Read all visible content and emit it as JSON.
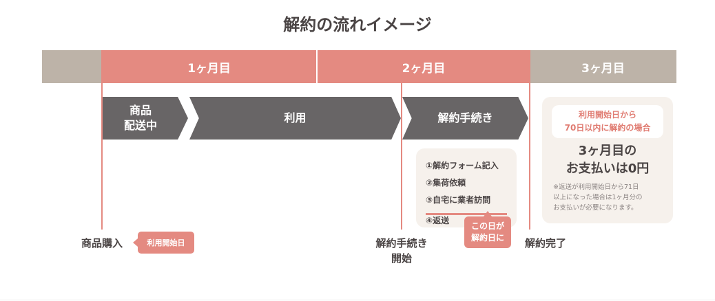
{
  "title": "解約の流れイメージ",
  "colors": {
    "pink": "#e48a81",
    "beige": "#bdb3a8",
    "dark": "#686566",
    "cream": "#f6f1ec"
  },
  "months": [
    "1ヶ月目",
    "2ヶ月目",
    "3ヶ月目"
  ],
  "phases": {
    "shipping_line1": "商品",
    "shipping_line2": "配送中",
    "usage": "利用",
    "cancel_procedure": "解約手続き"
  },
  "steps": [
    "①解約フォーム記入",
    "②集荷依頼",
    "③自宅に業者訪問",
    "④返送"
  ],
  "callout": {
    "line1": "この日が",
    "line2": "解約日に"
  },
  "note": {
    "condition_line1": "利用開始日から",
    "condition_line2": "70日以内に解約の場合",
    "main_line1": "3ヶ月目の",
    "main_line2": "お支払いは0円",
    "small_line1": "※返送が利用開始日から71日",
    "small_line2": "以上になった場合は1ヶ月分の",
    "small_line3": "お支払いが必要になります。"
  },
  "milestones": {
    "purchase": "商品購入",
    "start_tag": "利用開始日",
    "cancel_start_line1": "解約手続き",
    "cancel_start_line2": "開始",
    "cancel_complete": "解約完了"
  }
}
